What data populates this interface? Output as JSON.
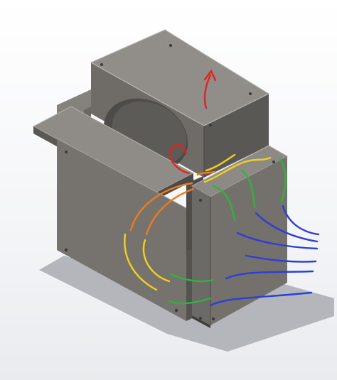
{
  "scene": {
    "description_visible_text": "",
    "colors": {
      "background": "#ffffff",
      "shadow": "#a7aab0",
      "top_light": "#8e8b86",
      "face_mid": "#6f6c68",
      "face_dark": "#575552",
      "edge_light": "#b0aeaa",
      "edge_dark": "#3a3937",
      "red": "#e3221b",
      "orange": "#f07a1c",
      "yellow": "#f0d21c",
      "green": "#2fb33c",
      "blue": "#2b3fd6"
    },
    "flow_legend": [
      "red",
      "orange",
      "yellow",
      "green",
      "blue"
    ]
  }
}
